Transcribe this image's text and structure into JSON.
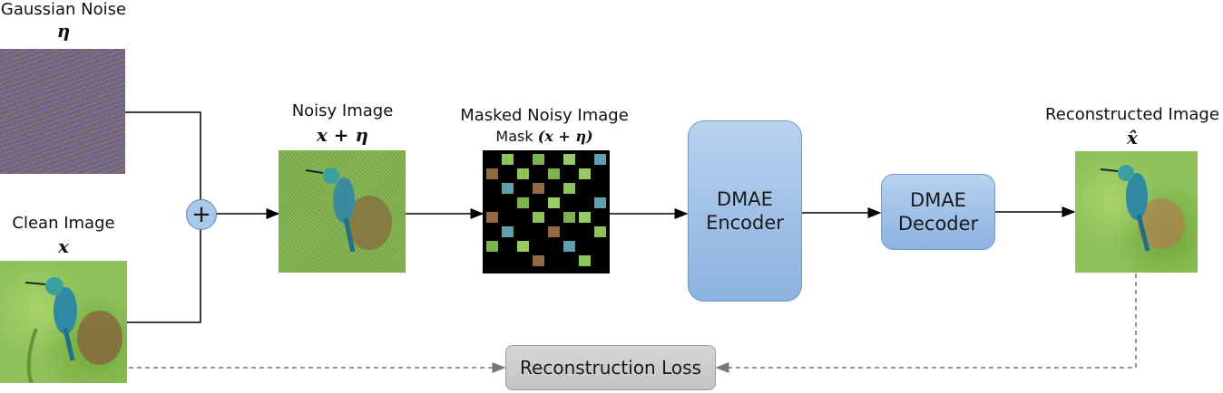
{
  "gaussian": {
    "title": "Gaussian Noise",
    "symbol": "η"
  },
  "clean": {
    "title": "Clean Image",
    "symbol": "x"
  },
  "noisy": {
    "title": "Noisy Image",
    "symbol": "x + η"
  },
  "masked": {
    "title": "Masked Noisy Image",
    "sub_prefix": "Mask",
    "sub_math": "(x + η)"
  },
  "encoder": {
    "line1": "DMAE",
    "line2": "Encoder"
  },
  "decoder": {
    "line1": "DMAE",
    "line2": "Decoder"
  },
  "recon": {
    "title": "Reconstructed Image",
    "symbol": "x̂"
  },
  "loss": {
    "label": "Reconstruction Loss"
  },
  "plus_symbol": "+",
  "colors": {
    "module_fill": "#a3c3e8",
    "module_border": "#6f97c8",
    "loss_fill": "#c8c8c8",
    "arrow": "#000000",
    "dashed": "#777777"
  }
}
